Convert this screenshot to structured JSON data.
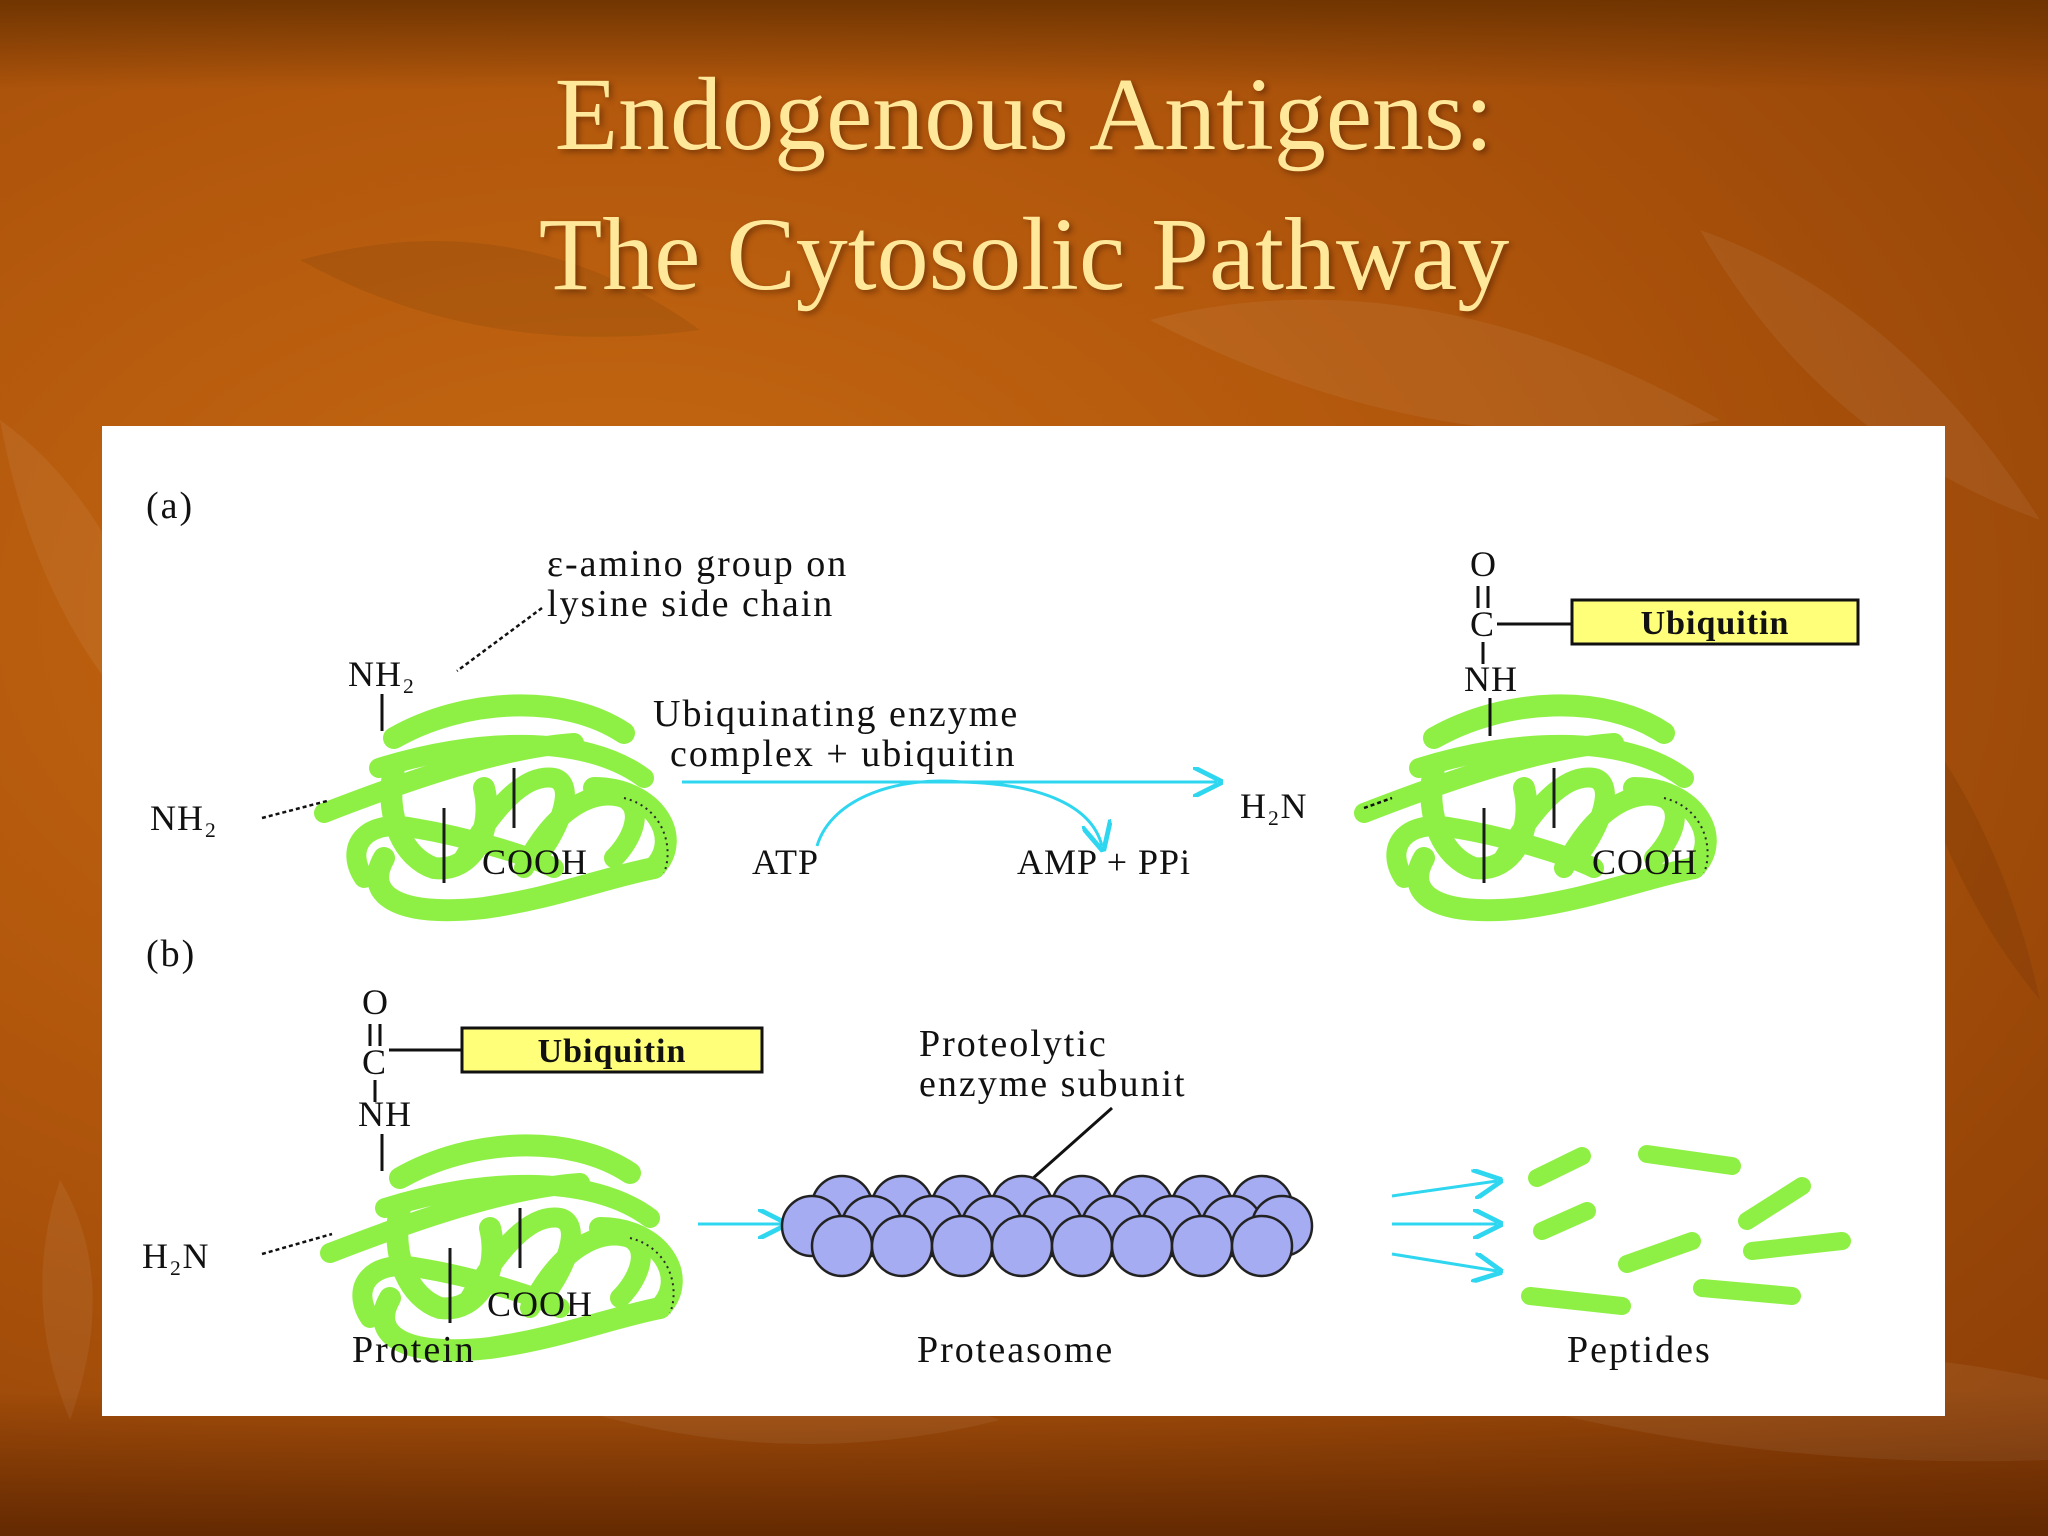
{
  "slide": {
    "title_line1": "Endogenous Antigens:",
    "title_line2": "The Cytosolic Pathway"
  },
  "diagram": {
    "panel_a": {
      "label": "(a)",
      "callout_line1": "ε-amino group on",
      "callout_line2": "lysine side chain",
      "left_protein": {
        "nh2_top": "NH₂",
        "nh2_left": "NH₂",
        "cooh": "COOH"
      },
      "reaction_line1": "Ubiquinating enzyme",
      "reaction_line2": "complex + ubiquitin",
      "atp": "ATP",
      "amp_ppi": "AMP + PPi",
      "right_protein": {
        "o": "O",
        "c": "C",
        "nh": "NH",
        "h2n": "H₂N",
        "cooh": "COOH"
      },
      "ubiquitin_tag": "Ubiquitin"
    },
    "panel_b": {
      "label": "(b)",
      "protein": {
        "o": "O",
        "c": "C",
        "nh": "NH",
        "h2n": "H₂N",
        "cooh": "COOH"
      },
      "ubiquitin_tag": "Ubiquitin",
      "subunit_line1": "Proteolytic",
      "subunit_line2": "enzyme subunit",
      "caption_protein": "Protein",
      "caption_proteasome": "Proteasome",
      "caption_peptides": "Peptides"
    },
    "colors": {
      "protein": "#8ef044",
      "tag_fill": "#ffff7a",
      "arrow": "#2fd6f0",
      "proteasome": "#a6acf2"
    }
  }
}
